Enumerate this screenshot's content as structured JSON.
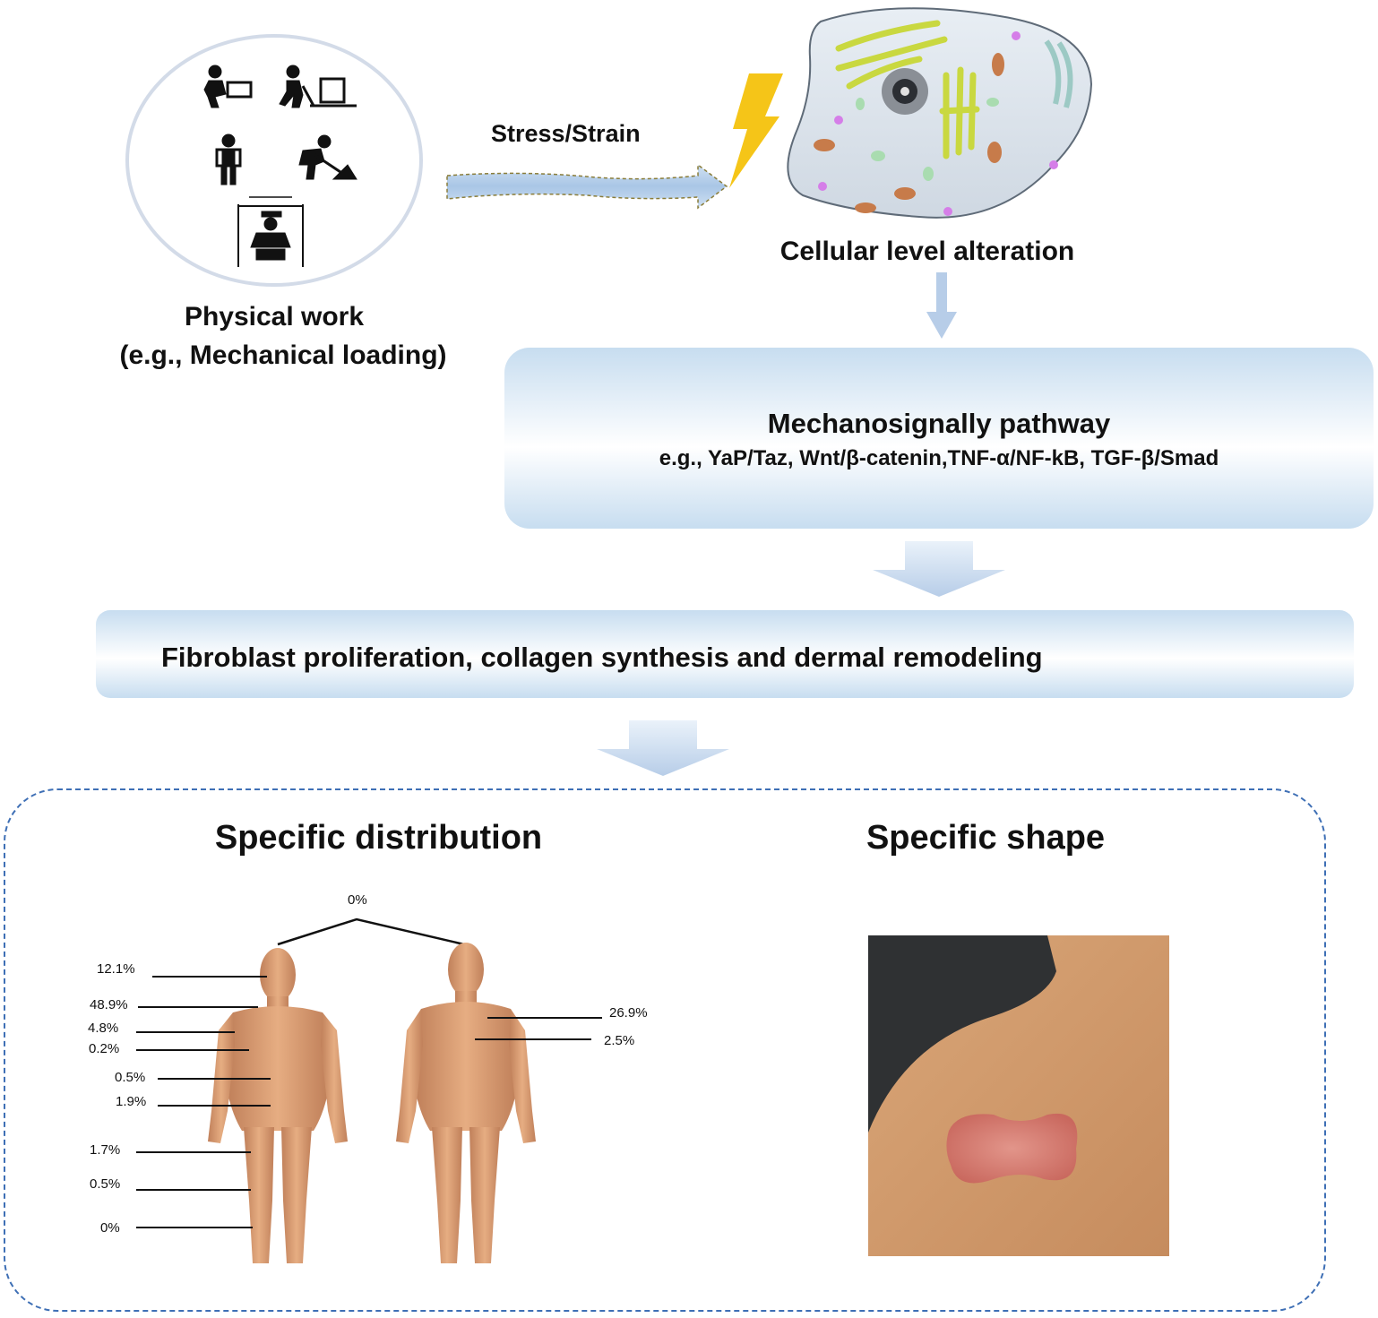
{
  "physical_work": {
    "title": "Physical work",
    "subtitle": "(e.g., Mechanical loading)"
  },
  "stress_label": "Stress/Strain",
  "cell_label": "Cellular level alteration",
  "pathway": {
    "title": "Mechanosignally pathway",
    "examples": "e.g., YaP/Taz, Wnt/β-catenin,TNF-α/NF-kB, TGF-β/Smad"
  },
  "outcome": "Fibroblast proliferation, collagen synthesis and dermal remodeling",
  "distribution": {
    "title": "Specific distribution",
    "top": "0%",
    "front": [
      "12.1%",
      "48.9%",
      "4.8%",
      "0.2%",
      "0.5%",
      "1.9%",
      "1.7%",
      "0.5%",
      "0%"
    ],
    "back": [
      "26.9%",
      "2.5%"
    ]
  },
  "shape": {
    "title": "Specific shape"
  },
  "colors": {
    "arrow_blue": "#b7cde8",
    "box_blue": "#c7ddf0",
    "panel_border": "#3e6fb5",
    "skin": "#d89a6c",
    "bolt": "#f5c518"
  }
}
